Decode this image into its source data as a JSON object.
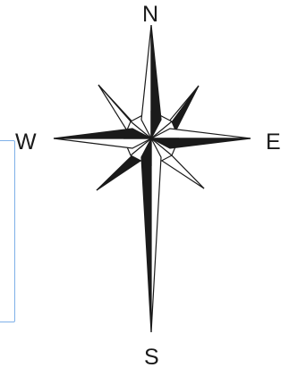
{
  "compass": {
    "north": "N",
    "south": "S",
    "east": "E",
    "west": "W"
  },
  "colors": {
    "ink": "#1a1a1a",
    "box_border": "#7fb0e8",
    "background": "#ffffff"
  }
}
